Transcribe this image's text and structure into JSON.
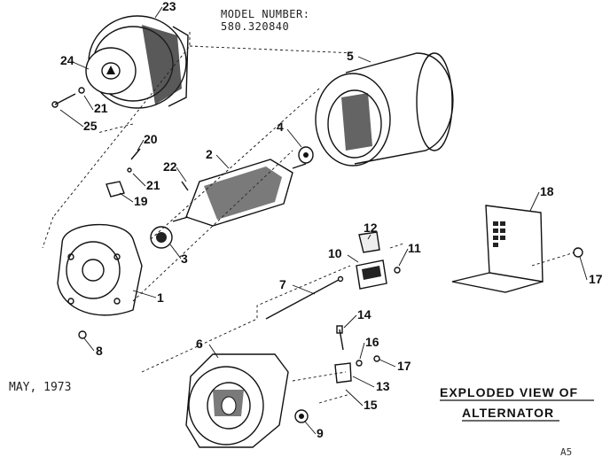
{
  "header": {
    "model_label": "MODEL NUMBER:",
    "model_number": "580.320840"
  },
  "footer": {
    "date": "MAY, 1973",
    "page_code": "A5"
  },
  "title": {
    "line1": "EXPLODED VIEW OF",
    "line2": "ALTERNATOR"
  },
  "callouts": {
    "c1": "1",
    "c2": "2",
    "c3": "3",
    "c4": "4",
    "c5": "5",
    "c6": "6",
    "c7": "7",
    "c8": "8",
    "c9": "9",
    "c10": "10",
    "c11": "11",
    "c12": "12",
    "c13": "13",
    "c14": "14",
    "c15": "15",
    "c16": "16",
    "c17a": "17",
    "c17b": "17",
    "c18": "18",
    "c19": "19",
    "c20": "20",
    "c21a": "21",
    "c21b": "21",
    "c22": "22",
    "c23": "23",
    "c24": "24",
    "c25": "25"
  }
}
